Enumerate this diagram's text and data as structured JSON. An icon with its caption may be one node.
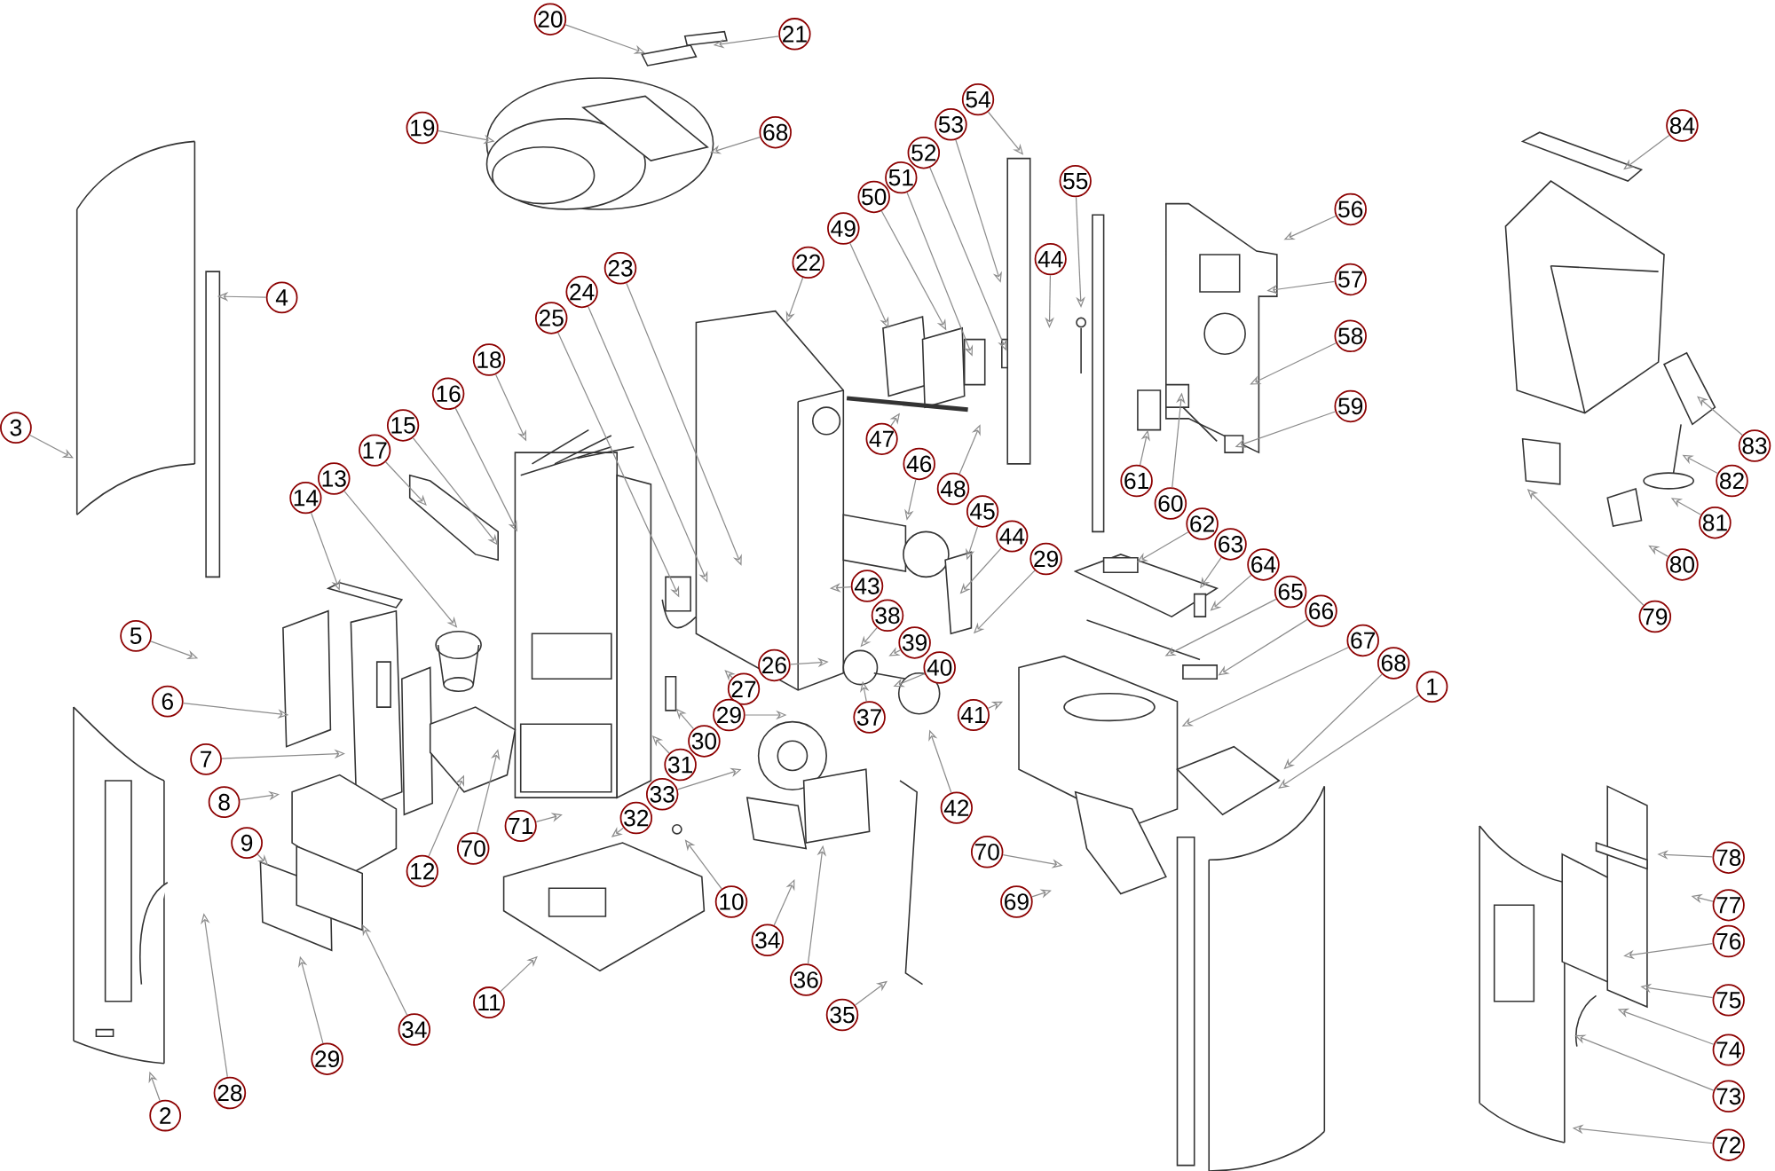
{
  "diagram": {
    "nodes": [
      {
        "text": [
          "20"
        ]
      },
      {
        "text": [
          "21"
        ]
      },
      {
        "text": [
          "19"
        ]
      },
      {
        "text": [
          "68"
        ]
      },
      {
        "text": [
          "54"
        ]
      },
      {
        "text": [
          "53"
        ]
      },
      {
        "text": [
          "52"
        ]
      },
      {
        "text": [
          "51"
        ]
      },
      {
        "text": [
          "50"
        ]
      },
      {
        "text": [
          "49"
        ]
      },
      {
        "text": [
          "22"
        ]
      },
      {
        "text": [
          "23"
        ]
      },
      {
        "text": [
          "24"
        ]
      },
      {
        "text": [
          "25"
        ]
      },
      {
        "text": [
          "18"
        ]
      },
      {
        "text": [
          "16"
        ]
      },
      {
        "text": [
          "15"
        ]
      },
      {
        "text": [
          "17"
        ]
      },
      {
        "text": [
          "13"
        ]
      },
      {
        "text": [
          "14"
        ]
      },
      {
        "text": [
          "3"
        ]
      },
      {
        "text": [
          "4"
        ]
      },
      {
        "text": [
          "5"
        ]
      },
      {
        "text": [
          "6"
        ]
      },
      {
        "text": [
          "7"
        ]
      },
      {
        "text": [
          "8"
        ]
      },
      {
        "text": [
          "9"
        ]
      },
      {
        "text": [
          "28"
        ]
      },
      {
        "text": [
          "2"
        ]
      },
      {
        "text": [
          "29"
        ]
      },
      {
        "text": [
          "34"
        ]
      },
      {
        "text": [
          "11"
        ]
      },
      {
        "text": [
          "12"
        ]
      },
      {
        "text": [
          "70"
        ]
      },
      {
        "text": [
          "71"
        ]
      },
      {
        "text": [
          "33"
        ]
      },
      {
        "text": [
          "31"
        ]
      },
      {
        "text": [
          "30"
        ]
      },
      {
        "text": [
          "32"
        ]
      },
      {
        "text": [
          "27"
        ]
      },
      {
        "text": [
          "26"
        ]
      },
      {
        "text": [
          "29"
        ]
      },
      {
        "text": [
          "10"
        ]
      },
      {
        "text": [
          "34"
        ]
      },
      {
        "text": [
          "36"
        ]
      },
      {
        "text": [
          "35"
        ]
      },
      {
        "text": [
          "38"
        ]
      },
      {
        "text": [
          "39"
        ]
      },
      {
        "text": [
          "40"
        ]
      },
      {
        "text": [
          "37"
        ]
      },
      {
        "text": [
          "42"
        ]
      },
      {
        "text": [
          "41"
        ]
      },
      {
        "text": [
          "43"
        ]
      },
      {
        "text": [
          "46"
        ]
      },
      {
        "text": [
          "47"
        ]
      },
      {
        "text": [
          "48"
        ]
      },
      {
        "text": [
          "45"
        ]
      },
      {
        "text": [
          "44"
        ]
      },
      {
        "text": [
          "29"
        ]
      },
      {
        "text": [
          "44"
        ]
      },
      {
        "text": [
          "55"
        ]
      },
      {
        "text": [
          "56"
        ]
      },
      {
        "text": [
          "57"
        ]
      },
      {
        "text": [
          "58"
        ]
      },
      {
        "text": [
          "59"
        ]
      },
      {
        "text": [
          "61"
        ]
      },
      {
        "text": [
          "60"
        ]
      },
      {
        "text": [
          "62"
        ]
      },
      {
        "text": [
          "63"
        ]
      },
      {
        "text": [
          "64"
        ]
      },
      {
        "text": [
          "65"
        ]
      },
      {
        "text": [
          "66"
        ]
      },
      {
        "text": [
          "67"
        ]
      },
      {
        "text": [
          "68"
        ]
      },
      {
        "text": [
          "1"
        ]
      },
      {
        "text": [
          "70"
        ]
      },
      {
        "text": [
          "69"
        ]
      },
      {
        "text": [
          "84"
        ]
      },
      {
        "text": [
          "83"
        ]
      },
      {
        "text": [
          "82"
        ]
      },
      {
        "text": [
          "81"
        ]
      },
      {
        "text": [
          "80"
        ]
      },
      {
        "text": [
          "79"
        ]
      },
      {
        "text": [
          "78"
        ]
      },
      {
        "text": [
          "77"
        ]
      },
      {
        "text": [
          "76"
        ]
      },
      {
        "text": [
          "75"
        ]
      },
      {
        "text": [
          "74"
        ]
      },
      {
        "text": [
          "73"
        ]
      },
      {
        "text": [
          "72"
        ]
      }
    ],
    "edges": [
      {
        "from": 0,
        "to": null,
        "arrow": "to"
      },
      {
        "from": 1,
        "to": null,
        "arrow": "to"
      },
      {
        "from": 2,
        "to": null,
        "arrow": "to"
      },
      {
        "from": 3,
        "to": null,
        "arrow": "to"
      },
      {
        "from": 4,
        "to": null,
        "arrow": "to"
      },
      {
        "from": 5,
        "to": null,
        "arrow": "to"
      },
      {
        "from": 6,
        "to": null,
        "arrow": "to"
      },
      {
        "from": 7,
        "to": null,
        "arrow": "to"
      },
      {
        "from": 8,
        "to": null,
        "arrow": "to"
      },
      {
        "from": 9,
        "to": null,
        "arrow": "to"
      },
      {
        "from": 10,
        "to": null,
        "arrow": "to"
      },
      {
        "from": 11,
        "to": null,
        "arrow": "to"
      },
      {
        "from": 12,
        "to": null,
        "arrow": "to"
      },
      {
        "from": 13,
        "to": null,
        "arrow": "to"
      },
      {
        "from": 14,
        "to": null,
        "arrow": "to"
      },
      {
        "from": 15,
        "to": null,
        "arrow": "to"
      },
      {
        "from": 16,
        "to": null,
        "arrow": "to"
      },
      {
        "from": 17,
        "to": null,
        "arrow": "to"
      },
      {
        "from": 18,
        "to": null,
        "arrow": "to"
      },
      {
        "from": 19,
        "to": null,
        "arrow": "to"
      },
      {
        "from": 20,
        "to": null,
        "arrow": "to"
      },
      {
        "from": 21,
        "to": null,
        "arrow": "to"
      },
      {
        "from": 22,
        "to": null,
        "arrow": "to"
      },
      {
        "from": 23,
        "to": null,
        "arrow": "to"
      },
      {
        "from": 24,
        "to": null,
        "arrow": "to"
      },
      {
        "from": 25,
        "to": null,
        "arrow": "to"
      },
      {
        "from": 26,
        "to": null,
        "arrow": "to"
      },
      {
        "from": 27,
        "to": null,
        "arrow": "to"
      },
      {
        "from": 28,
        "to": null,
        "arrow": "to"
      },
      {
        "from": 29,
        "to": null,
        "arrow": "to"
      },
      {
        "from": 30,
        "to": null,
        "arrow": "to"
      },
      {
        "from": 31,
        "to": null,
        "arrow": "to"
      },
      {
        "from": 32,
        "to": null,
        "arrow": "to"
      },
      {
        "from": 33,
        "to": null,
        "arrow": "to"
      },
      {
        "from": 34,
        "to": null,
        "arrow": "to"
      },
      {
        "from": 35,
        "to": null,
        "arrow": "to"
      },
      {
        "from": 36,
        "to": null,
        "arrow": "to"
      },
      {
        "from": 37,
        "to": null,
        "arrow": "to"
      },
      {
        "from": 38,
        "to": null,
        "arrow": "to"
      },
      {
        "from": 39,
        "to": null,
        "arrow": "to"
      },
      {
        "from": 40,
        "to": null,
        "arrow": "to"
      },
      {
        "from": 41,
        "to": null,
        "arrow": "to"
      },
      {
        "from": 42,
        "to": null,
        "arrow": "to"
      },
      {
        "from": 43,
        "to": null,
        "arrow": "to"
      },
      {
        "from": 44,
        "to": null,
        "arrow": "to"
      },
      {
        "from": 45,
        "to": null,
        "arrow": "to"
      },
      {
        "from": 46,
        "to": null,
        "arrow": "to"
      },
      {
        "from": 47,
        "to": null,
        "arrow": "to"
      },
      {
        "from": 48,
        "to": null,
        "arrow": "to"
      },
      {
        "from": 49,
        "to": null,
        "arrow": "to"
      },
      {
        "from": 50,
        "to": null,
        "arrow": "to"
      },
      {
        "from": 51,
        "to": null,
        "arrow": "to"
      },
      {
        "from": 52,
        "to": null,
        "arrow": "to"
      },
      {
        "from": 53,
        "to": null,
        "arrow": "to"
      },
      {
        "from": 54,
        "to": null,
        "arrow": "to"
      },
      {
        "from": 55,
        "to": null,
        "arrow": "to"
      },
      {
        "from": 56,
        "to": null,
        "arrow": "to"
      },
      {
        "from": 57,
        "to": null,
        "arrow": "to"
      },
      {
        "from": 58,
        "to": null,
        "arrow": "to"
      },
      {
        "from": 59,
        "to": null,
        "arrow": "to"
      },
      {
        "from": 60,
        "to": null,
        "arrow": "to"
      },
      {
        "from": 61,
        "to": null,
        "arrow": "to"
      },
      {
        "from": 62,
        "to": null,
        "arrow": "to"
      },
      {
        "from": 63,
        "to": null,
        "arrow": "to"
      },
      {
        "from": 64,
        "to": null,
        "arrow": "to"
      },
      {
        "from": 65,
        "to": null,
        "arrow": "to"
      },
      {
        "from": 66,
        "to": null,
        "arrow": "to"
      },
      {
        "from": 67,
        "to": null,
        "arrow": "to"
      },
      {
        "from": 68,
        "to": null,
        "arrow": "to"
      },
      {
        "from": 69,
        "to": null,
        "arrow": "to"
      },
      {
        "from": 70,
        "to": null,
        "arrow": "to"
      },
      {
        "from": 71,
        "to": null,
        "arrow": "to"
      },
      {
        "from": 72,
        "to": null,
        "arrow": "to"
      },
      {
        "from": 73,
        "to": null,
        "arrow": "to"
      },
      {
        "from": 74,
        "to": null,
        "arrow": "to"
      },
      {
        "from": 75,
        "to": null,
        "arrow": "to"
      },
      {
        "from": 76,
        "to": null,
        "arrow": "to"
      },
      {
        "from": 77,
        "to": null,
        "arrow": "to"
      },
      {
        "from": 78,
        "to": null,
        "arrow": "to"
      },
      {
        "from": 79,
        "to": null,
        "arrow": "to"
      },
      {
        "from": 80,
        "to": null,
        "arrow": "to"
      },
      {
        "from": 81,
        "to": null,
        "arrow": "to"
      },
      {
        "from": 82,
        "to": null,
        "arrow": "to"
      },
      {
        "from": 83,
        "to": null,
        "arrow": "to"
      },
      {
        "from": 84,
        "to": null,
        "arrow": "to"
      },
      {
        "from": 85,
        "to": null,
        "arrow": "to"
      },
      {
        "from": 86,
        "to": null,
        "arrow": "to"
      },
      {
        "from": 87,
        "to": null,
        "arrow": "to"
      },
      {
        "from": 88,
        "to": null,
        "arrow": "to"
      },
      {
        "from": 89,
        "to": null,
        "arrow": "to"
      }
    ]
  }
}
